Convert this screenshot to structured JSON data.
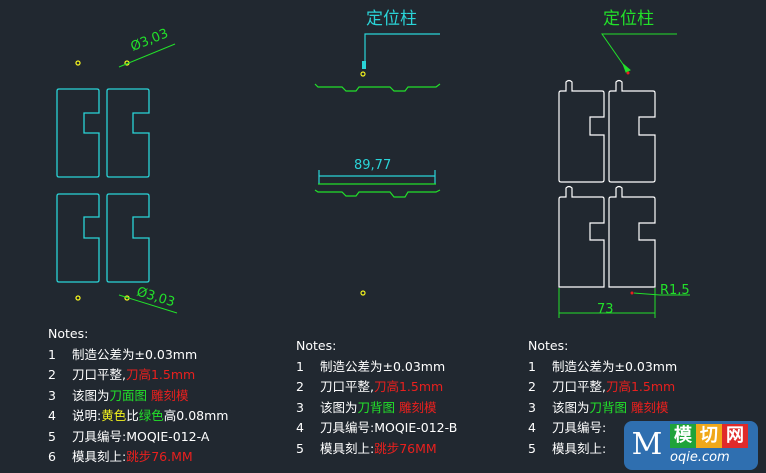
{
  "labels": {
    "locating_pin_middle": "定位柱",
    "locating_pin_right": "定位柱",
    "dim_hole_top": "Ø3,03",
    "dim_hole_bottom": "Ø3,03",
    "dim_width_middle": "89,77",
    "dim_width_right": "73",
    "dim_radius": "R1,5"
  },
  "notes_left": {
    "title": "Notes:",
    "rows": [
      {
        "n": "1",
        "a": "制造公差为±0.03mm"
      },
      {
        "n": "2",
        "a": "刀口平整,",
        "b": "刀高1.5mm"
      },
      {
        "n": "3",
        "a": "该图为",
        "b": "刀面图",
        "c": "雕刻模"
      },
      {
        "n": "4",
        "a": "说明:",
        "b": "黄色",
        "c": "比",
        "d": "绿色",
        "e": "高0.08mm"
      },
      {
        "n": "5",
        "a": "刀具编号:MOQIE-012-A"
      },
      {
        "n": "6",
        "a": "模具刻上:",
        "b": "跳步76.MM"
      }
    ]
  },
  "notes_middle": {
    "title": "Notes:",
    "rows": [
      {
        "n": "1",
        "a": "制造公差为±0.03mm"
      },
      {
        "n": "2",
        "a": "刀口平整,",
        "b": "刀高1.5mm"
      },
      {
        "n": "3",
        "a": "该图为",
        "b": "刀背图",
        "c": "雕刻模"
      },
      {
        "n": "4",
        "a": "刀具编号:MOQIE-012-B"
      },
      {
        "n": "5",
        "a": "模具刻上:",
        "b": "跳步76MM"
      }
    ]
  },
  "notes_right": {
    "title": "Notes:",
    "rows": [
      {
        "n": "1",
        "a": "制造公差为±0.03mm"
      },
      {
        "n": "2",
        "a": "刀口平整,",
        "b": "刀高1.5mm"
      },
      {
        "n": "3",
        "a": "该图为",
        "b": "刀背图",
        "c": "雕刻模"
      },
      {
        "n": "4",
        "a": "刀具编号:"
      },
      {
        "n": "5",
        "a": "模具刻上:"
      }
    ]
  },
  "watermark": {
    "logo": "M",
    "c1": "模",
    "c2": "切",
    "c3": "网",
    "domain": "oqie.com"
  },
  "colors": {
    "bg": "#212830",
    "cyan": "#2ad4d8",
    "green": "#22e02a",
    "yellow": "#f2f21e",
    "red": "#e8201e",
    "white": "#ffffff"
  }
}
